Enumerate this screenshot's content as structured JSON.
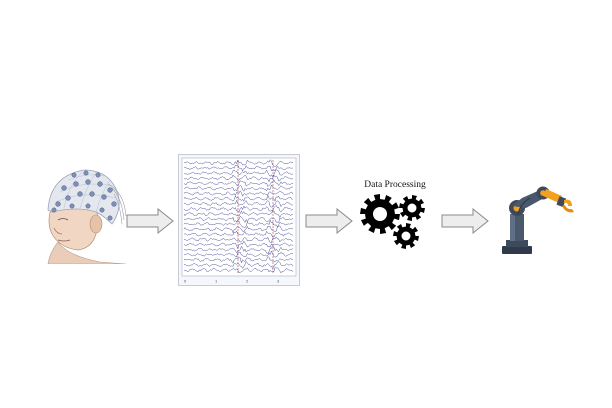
{
  "processing": {
    "label": "Data Processing"
  },
  "eeg": {
    "tick_labels": [
      "0",
      "1",
      "2",
      "3"
    ]
  },
  "colors": {
    "arrow_fill": "#ededed",
    "arrow_stroke": "#8a8a8a",
    "eeg_trace": "#3b3b8f",
    "eeg_marker": "#b05050",
    "gear": "#000000",
    "robot_body": "#3e4a5c",
    "robot_accent": "#f2a11f",
    "electrode": "#7d8fb5"
  },
  "icons": [
    "eeg-cap-head-icon",
    "eeg-signal-plot",
    "gears-icon",
    "robot-arm-icon"
  ]
}
